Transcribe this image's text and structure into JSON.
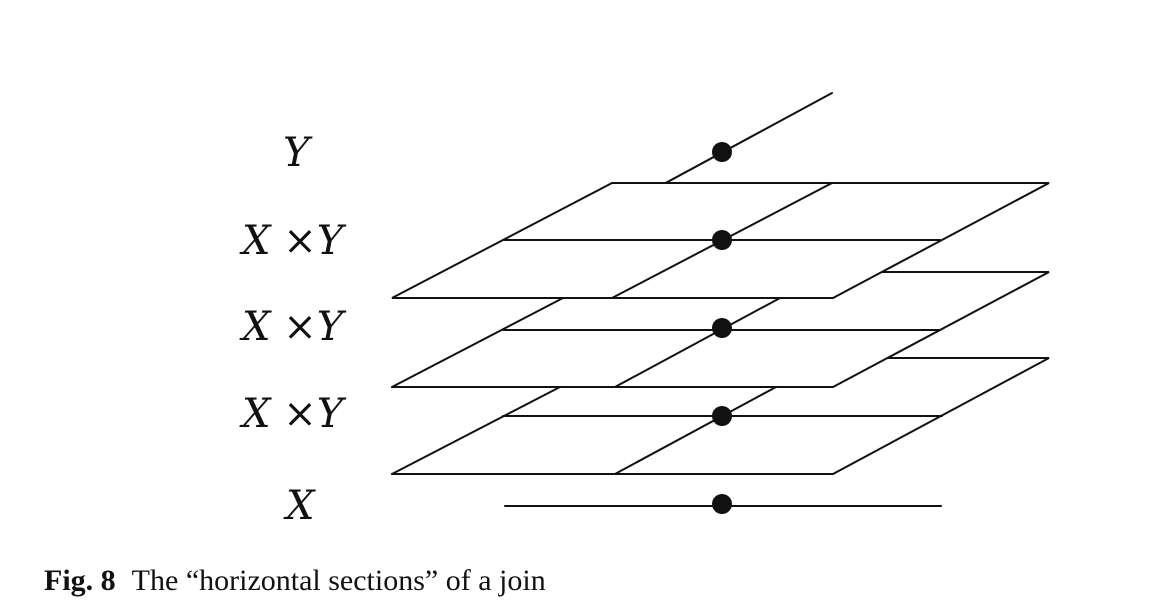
{
  "figure": {
    "labels": {
      "y": "Y",
      "xy_top": "X ×Y",
      "xy_middle": "X ×Y",
      "xy_bottom": "X ×Y",
      "x": "X"
    },
    "caption": {
      "figure_number": "Fig. 8",
      "text": "The “horizontal sections” of a join"
    },
    "colors": {
      "line": "#111111",
      "dot": "#111111",
      "background": "#ffffff"
    }
  }
}
